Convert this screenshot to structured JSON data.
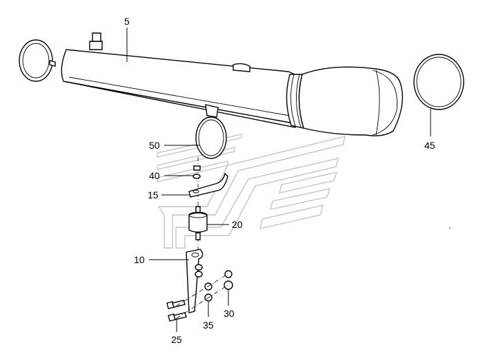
{
  "part_labels": {
    "p5": "5",
    "p45": "45",
    "p50": "50",
    "p40": "40",
    "p15": "15",
    "p20": "20",
    "p10": "10",
    "p30": "30",
    "p35": "35",
    "p25": "25"
  },
  "colors": {
    "line": "#000000",
    "watermark": "#c4c4c4",
    "background": "#ffffff"
  }
}
